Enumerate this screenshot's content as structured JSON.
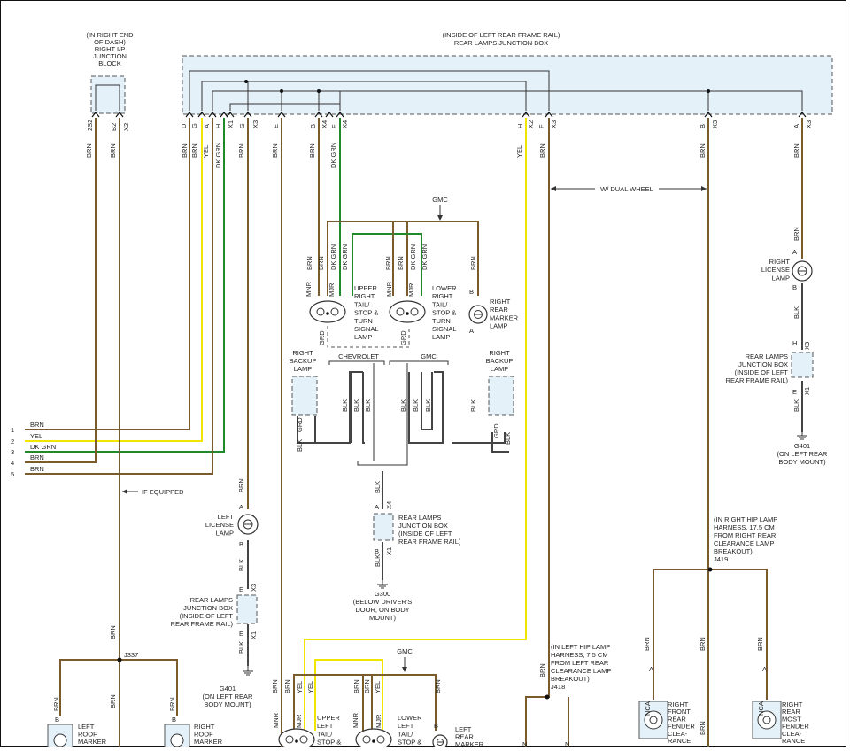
{
  "colors": {
    "brn": "#7a5c2c",
    "yel": "#f2e600",
    "grn": "#1e8a2a",
    "blk": "#444444",
    "box": "#e4f1f8"
  },
  "header": {
    "ip_block": [
      "(IN RIGHT END",
      "OF DASH)",
      "RIGHT I/P",
      "JUNCTION",
      "BLOCK"
    ],
    "jbox": [
      "(INSIDE OF LEFT REAR FRAME RAIL)",
      "REAR LAMPS JUNCTION BOX"
    ]
  },
  "pins": {
    "ip": [
      "2S2",
      "B2",
      "X2"
    ],
    "jbox": [
      "D",
      "G",
      "A",
      "H",
      "X1",
      "G",
      "X3",
      "E",
      "B",
      "X4",
      "F",
      "X4",
      "H",
      "X2",
      "F",
      "X3",
      "B",
      "X3",
      "A",
      "X3"
    ]
  },
  "wires": {
    "brn": "BRN",
    "yel": "YEL",
    "dkgrn": "DK GRN",
    "blk": "BLK",
    "grd": "GRD",
    "mnr": "MNR",
    "mjr": "MJR",
    "nca": "NCA"
  },
  "labels": {
    "gmc": "GMC",
    "chevrolet": "CHEVROLET",
    "w_dual": "W/ DUAL WHEEL",
    "if_equipped": "IF EQUIPPED",
    "upper_right": [
      "UPPER",
      "RIGHT",
      "TAIL/",
      "STOP &",
      "TURN",
      "SIGNAL",
      "LAMP"
    ],
    "lower_right": [
      "LOWER",
      "RIGHT",
      "TAIL/",
      "STOP &",
      "TURN",
      "SIGNAL",
      "LAMP"
    ],
    "right_marker": [
      "RIGHT",
      "REAR",
      "MARKER",
      "LAMP"
    ],
    "right_license": [
      "RIGHT",
      "LICENSE",
      "LAMP"
    ],
    "left_license": [
      "LEFT",
      "LICENSE",
      "LAMP"
    ],
    "right_backup_l": [
      "RIGHT",
      "BACKUP",
      "LAMP"
    ],
    "right_backup_r": [
      "RIGHT",
      "BACKUP",
      "LAMP"
    ],
    "rlj_right": [
      "REAR LAMPS",
      "JUNCTION BOX",
      "(INSIDE OF LEFT",
      "REAR FRAME RAIL)"
    ],
    "rlj_center": [
      "REAR LAMPS",
      "JUNCTION BOX",
      "(INSIDE OF LEFT",
      "REAR FRAME RAIL)"
    ],
    "rlj_left": [
      "REAR LAMPS",
      "JUNCTION BOX",
      "(INSIDE OF LEFT",
      "REAR FRAME RAIL)"
    ],
    "g401_right": [
      "G401",
      "(ON LEFT REAR",
      "BODY MOUNT)"
    ],
    "g401_left": [
      "G401",
      "(ON LEFT REAR",
      "BODY MOUNT)"
    ],
    "g300": [
      "G300",
      "(BELOW DRIVER'S",
      "DOOR, ON BODY",
      "MOUNT)"
    ],
    "right_hip": [
      "(IN RIGHT HIP LAMP",
      "HARNESS, 17.5 CM",
      "FROM RIGHT REAR",
      "CLEARANCE LAMP",
      "BREAKOUT)",
      "J419"
    ],
    "left_hip": [
      "(IN LEFT HIP LAMP",
      "HARNESS, 7.5 CM",
      "FROM LEFT REAR",
      "CLEARANCE LAMP",
      "BREAKOUT)",
      "J418"
    ],
    "j337": "J337",
    "left_roof": [
      "LEFT",
      "ROOF",
      "MARKER"
    ],
    "right_roof": [
      "RIGHT",
      "ROOF",
      "MARKER"
    ],
    "upper_left": [
      "UPPER",
      "LEFT",
      "TAIL/",
      "STOP &"
    ],
    "lower_left": [
      "LOWER",
      "LEFT",
      "TAIL/",
      "STOP &"
    ],
    "left_marker": [
      "LEFT",
      "REAR",
      "MARKER"
    ],
    "rf_fender": [
      "RIGHT",
      "FRONT",
      "REAR",
      "FENDER",
      "CLEA-",
      "RANCE"
    ],
    "rm_fender": [
      "RIGHT",
      "REAR",
      "MOST",
      "FENDER",
      "CLEA-",
      "RANCE"
    ]
  },
  "legend": [
    {
      "num": "1",
      "name": "BRN"
    },
    {
      "num": "2",
      "name": "YEL"
    },
    {
      "num": "3",
      "name": "DK GRN"
    },
    {
      "num": "4",
      "name": "BRN"
    },
    {
      "num": "5",
      "name": "BRN"
    }
  ]
}
